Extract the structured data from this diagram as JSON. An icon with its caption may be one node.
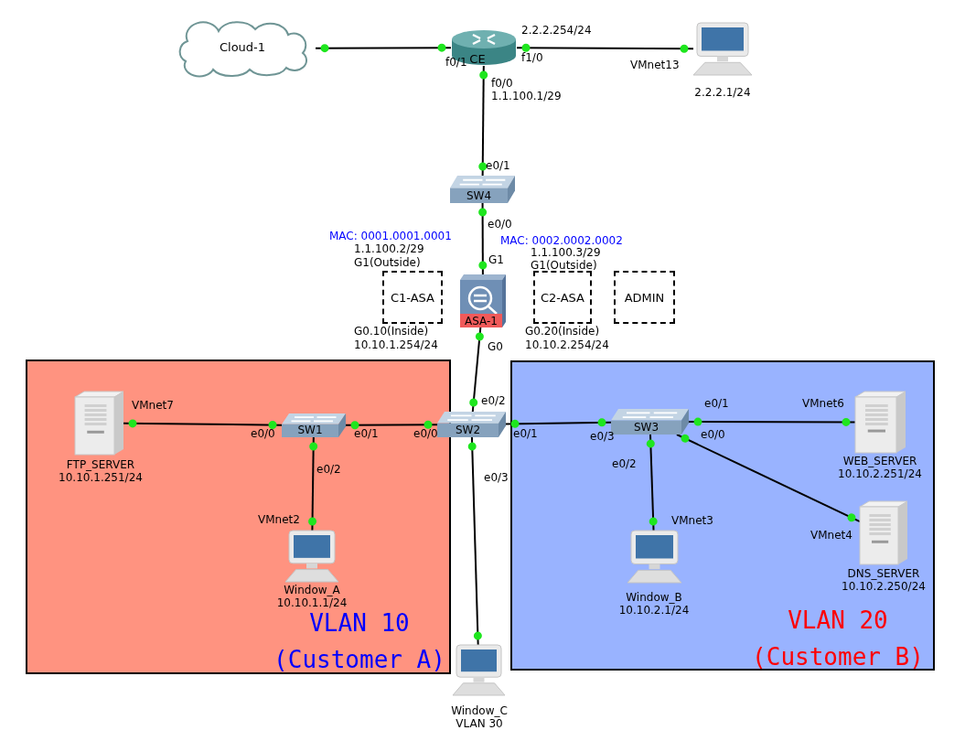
{
  "diagram": {
    "nodes": [
      {
        "text": [
          "VLAN 10 (Customer A)"
        ]
      },
      {
        "text": [
          "VLAN 20 (Customer B)"
        ]
      },
      {
        "text": [
          "Cloud-1"
        ]
      },
      {
        "text": [
          "CE"
        ]
      },
      {
        "text": [],
        "shape": "computer",
        "beside": [
          "2.2.2.1/24"
        ]
      },
      {
        "text": [
          "SW4"
        ]
      },
      {
        "text": [
          "ASA-1"
        ]
      },
      {
        "text": [
          "C1-ASA"
        ]
      },
      {
        "text": [
          "C2-ASA"
        ]
      },
      {
        "text": [
          "ADMIN"
        ]
      },
      {
        "text": [],
        "shape": "server",
        "beside": [
          "FTP_SERVER",
          "10.10.1.251/24"
        ],
        "in": 0
      },
      {
        "text": [
          "SW1"
        ],
        "in": 0
      },
      {
        "text": [],
        "shape": "computer",
        "beside": [
          "Window_A",
          "10.10.1.1/24"
        ],
        "in": 0
      },
      {
        "text": [
          "SW2"
        ]
      },
      {
        "text": [
          "SW3"
        ],
        "in": 1
      },
      {
        "text": [],
        "shape": "server",
        "beside": [
          "WEB_SERVER",
          "10.10.2.251/24"
        ],
        "in": 1
      },
      {
        "text": [],
        "shape": "server",
        "beside": [
          "DNS_SERVER",
          "10.10.2.250/24"
        ],
        "in": 1
      },
      {
        "text": [],
        "shape": "computer",
        "beside": [
          "Window_B",
          "10.10.2.1/24"
        ],
        "in": 1
      },
      {
        "text": [],
        "shape": "computer",
        "beside": [
          "Window_C",
          "VLAN 30"
        ]
      }
    ],
    "edges": [
      {
        "from": 2,
        "to": 3,
        "arrow": "other"
      },
      {
        "from": 3,
        "to": 4,
        "arrow": "other"
      },
      {
        "from": 3,
        "to": 5,
        "arrow": "other"
      },
      {
        "from": 5,
        "to": 6,
        "arrow": "other"
      },
      {
        "from": 6,
        "to": 13,
        "arrow": "other"
      },
      {
        "from": 10,
        "to": 11,
        "arrow": "other"
      },
      {
        "from": 11,
        "to": 13,
        "arrow": "other"
      },
      {
        "from": 11,
        "to": 12,
        "arrow": "other"
      },
      {
        "from": 13,
        "to": 14,
        "arrow": "other"
      },
      {
        "from": 14,
        "to": 15,
        "arrow": "other"
      },
      {
        "from": 14,
        "to": 16,
        "arrow": "other"
      },
      {
        "from": 14,
        "to": 17,
        "arrow": "other"
      },
      {
        "from": 13,
        "to": 18,
        "arrow": "other"
      }
    ],
    "labels": [
      "2.2.2.254/24",
      "f0/1",
      "f1/0",
      "VMnet13",
      "f0/0",
      "1.1.100.1/29",
      "e0/1",
      "e0/0",
      "MAC: 0001.0001.0001",
      "MAC: 0002.0002.0002",
      "1.1.100.2/29",
      "1.1.100.3/29",
      "G1(Outside)",
      "G1",
      "G1(Outside)",
      "G0.10(Inside)",
      "G0.20(Inside)",
      "10.10.1.254/24",
      "G0",
      "10.10.2.254/24",
      "VMnet7",
      "e0/2",
      "e0/1",
      "VMnet6",
      "e0/0",
      "e0/1",
      "e0/0",
      "e0/1",
      "e0/3",
      "e0/0",
      "e0/2",
      "e0/3",
      "e0/2",
      "VMnet2",
      "VMnet3",
      "VMnet4"
    ]
  }
}
